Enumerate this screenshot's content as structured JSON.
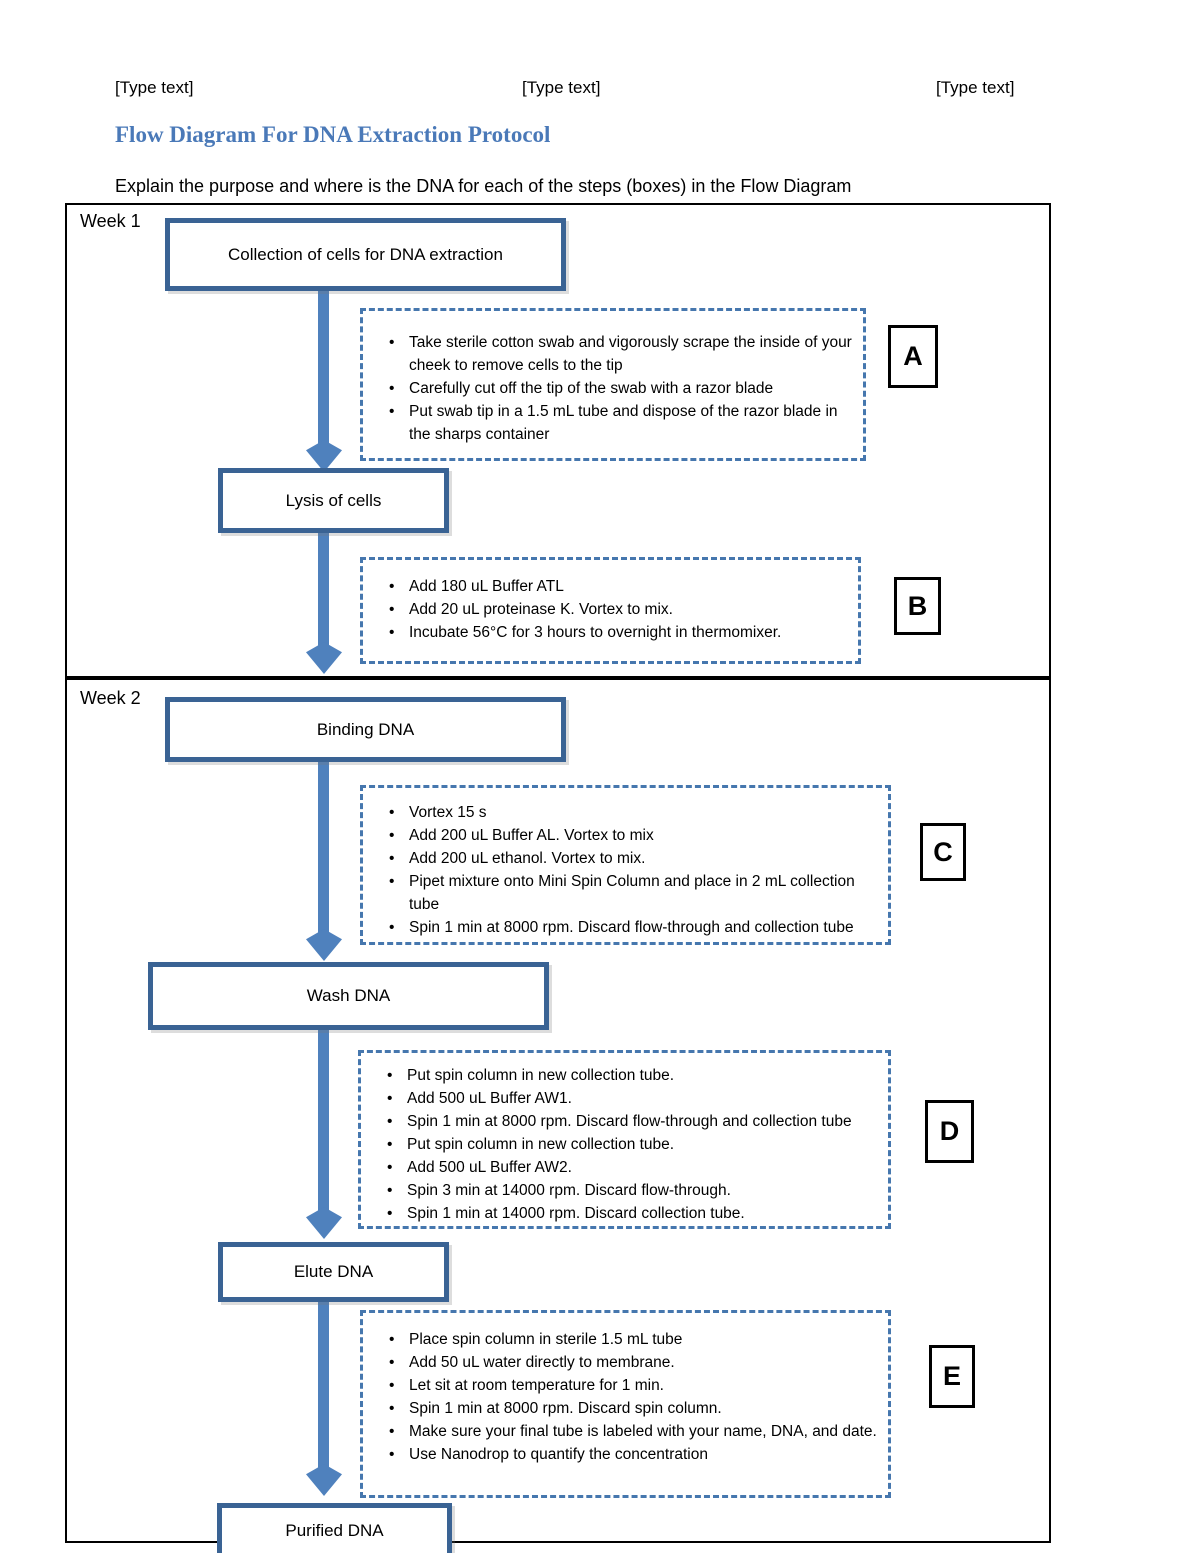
{
  "header": {
    "placeholders": [
      "[Type text]",
      "[Type text]",
      "[Type text]"
    ]
  },
  "title": "Flow Diagram For DNA Extraction Protocol",
  "instruction": "Explain the purpose and where is the DNA for each of the steps (boxes) in the Flow Diagram",
  "colors": {
    "title_blue": "#4a79b8",
    "step_box_border": "#3a6394",
    "arrow_fill": "#4f81bd",
    "note_dashed_border": "#4677ae",
    "letter_badge_border": "#000000"
  },
  "week1": {
    "label": "Week 1",
    "step1": "Collection of cells for DNA extraction",
    "noteA": {
      "letter": "A",
      "bullets": [
        "Take sterile cotton swab and vigorously scrape the inside of your cheek to remove cells to the tip",
        "Carefully cut off the tip of the swab with a razor blade",
        "Put swab tip in a 1.5 mL tube and dispose of the razor blade in the sharps container"
      ]
    },
    "step2": "Lysis of cells",
    "noteB": {
      "letter": "B",
      "bullets": [
        "Add 180 uL Buffer ATL",
        "Add 20 uL proteinase K.  Vortex to mix.",
        "Incubate 56°C for 3 hours to overnight in thermomixer."
      ]
    }
  },
  "week2": {
    "label": "Week 2",
    "step1": "Binding DNA",
    "noteC": {
      "letter": "C",
      "bullets": [
        "Vortex 15 s",
        "Add 200 uL Buffer AL.  Vortex to mix",
        "Add 200 uL ethanol.  Vortex to mix.",
        "Pipet mixture onto Mini Spin Column and place in 2 mL collection tube",
        "Spin 1 min at 8000 rpm.  Discard flow-through and collection tube"
      ]
    },
    "step2": "Wash DNA",
    "noteD": {
      "letter": "D",
      "bullets": [
        "Put spin column in new collection tube.",
        "Add 500 uL Buffer AW1.",
        "Spin 1 min at 8000 rpm.  Discard flow-through and collection tube",
        "Put spin column in new collection tube.",
        "Add 500 uL Buffer AW2.",
        "Spin 3 min at 14000 rpm.  Discard flow-through.",
        "Spin 1 min at 14000 rpm.  Discard collection tube."
      ]
    },
    "step3": "Elute DNA",
    "noteE": {
      "letter": "E",
      "bullets": [
        "Place spin column in sterile 1.5 mL tube",
        "Add 50 uL water directly to membrane.",
        "Let sit at room temperature for 1 min.",
        "Spin 1 min at 8000 rpm.  Discard spin column.",
        "Make sure your final tube is labeled with your name, DNA, and date.",
        "Use Nanodrop to quantify the concentration"
      ]
    },
    "step4": "Purified DNA"
  }
}
